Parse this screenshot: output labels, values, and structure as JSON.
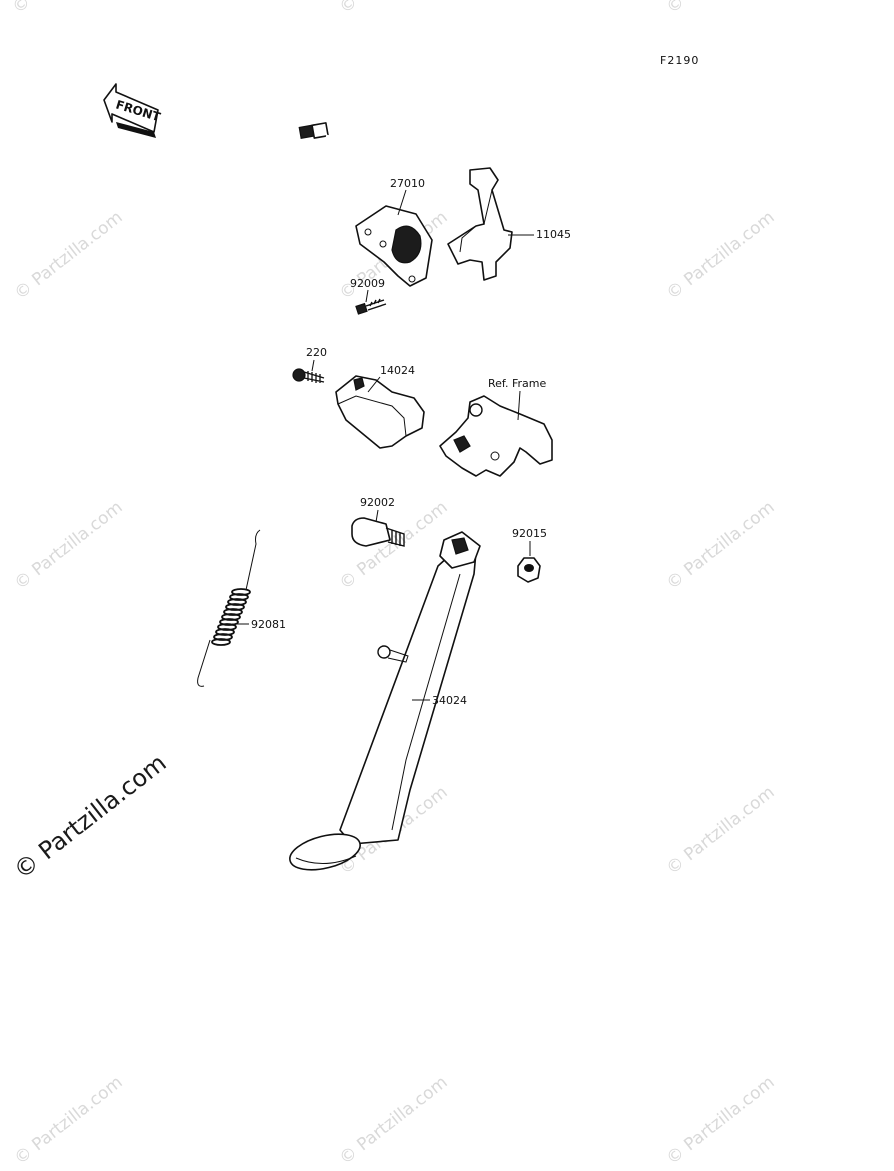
{
  "figure_code": "F2190",
  "front_label": "FRONT",
  "parts": [
    {
      "id": "27010"
    },
    {
      "id": "11045"
    },
    {
      "id": "92009"
    },
    {
      "id": "220"
    },
    {
      "id": "14024"
    },
    {
      "id": "ref_frame",
      "label": "Ref. Frame"
    },
    {
      "id": "92002"
    },
    {
      "id": "92015"
    },
    {
      "id": "92081"
    },
    {
      "id": "34024"
    }
  ],
  "watermark": "© Partzilla.com",
  "colors": {
    "ink": "#111111",
    "watermark": "#d9d9d9",
    "background": "#ffffff"
  }
}
